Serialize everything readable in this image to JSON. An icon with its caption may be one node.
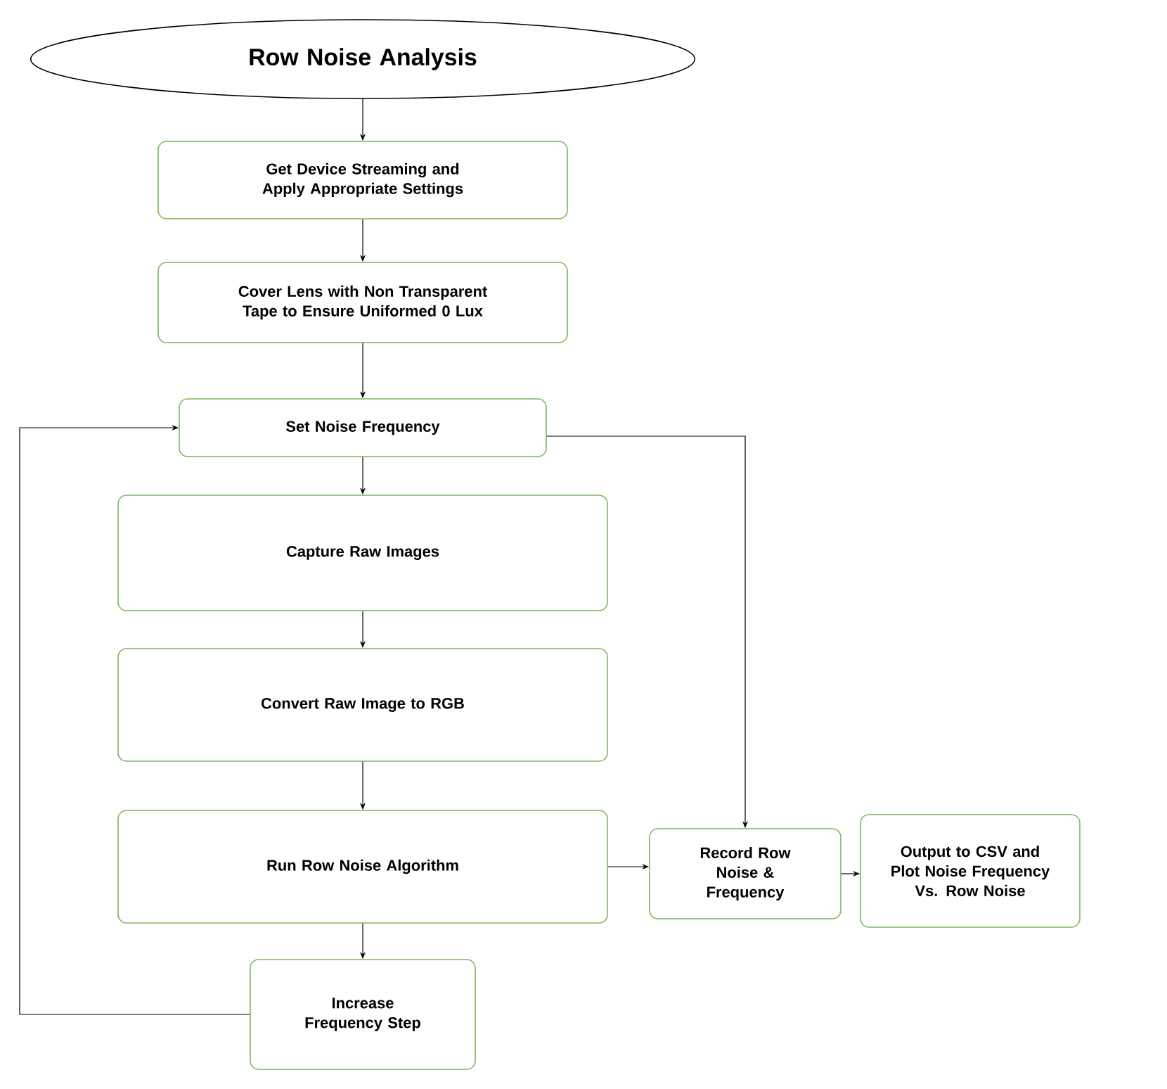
{
  "diagram": {
    "nodes": [
      {
        "text": [
          "Row Noise Analysis"
        ]
      },
      {
        "text": [
          "Get Device Streaming and Apply Appropriate Settings"
        ]
      },
      {
        "text": [
          "Cover Lens with Non Transparent Tape to Ensure Uniformed 0 Lux"
        ]
      },
      {
        "text": [
          "Set Noise Frequency"
        ]
      },
      {
        "text": [
          "Capture Raw Images"
        ]
      },
      {
        "text": [
          "Convert Raw Image to RGB"
        ]
      },
      {
        "text": [
          "Run Row Noise Algorithm"
        ]
      },
      {
        "text": [
          "Increase Frequency Step"
        ]
      },
      {
        "text": [
          "Record Row Noise & Frequency"
        ]
      },
      {
        "text": [
          "Output to CSV and Plot Noise Frequency Vs. Row Noise"
        ]
      }
    ],
    "edges": [
      {
        "from": 0,
        "to": 1,
        "arrow": "to"
      },
      {
        "from": 1,
        "to": 2,
        "arrow": "to"
      },
      {
        "from": 2,
        "to": 3,
        "arrow": "to"
      },
      {
        "from": 3,
        "to": 4,
        "arrow": "to"
      },
      {
        "from": 4,
        "to": 5,
        "arrow": "to"
      },
      {
        "from": 5,
        "to": 6,
        "arrow": "to"
      },
      {
        "from": 6,
        "to": 7,
        "arrow": "to"
      },
      {
        "from": 7,
        "to": 3,
        "arrow": "to"
      },
      {
        "from": 3,
        "to": 8,
        "arrow": "to"
      },
      {
        "from": 6,
        "to": 8,
        "arrow": "to"
      },
      {
        "from": 8,
        "to": 9,
        "arrow": "to"
      }
    ]
  }
}
